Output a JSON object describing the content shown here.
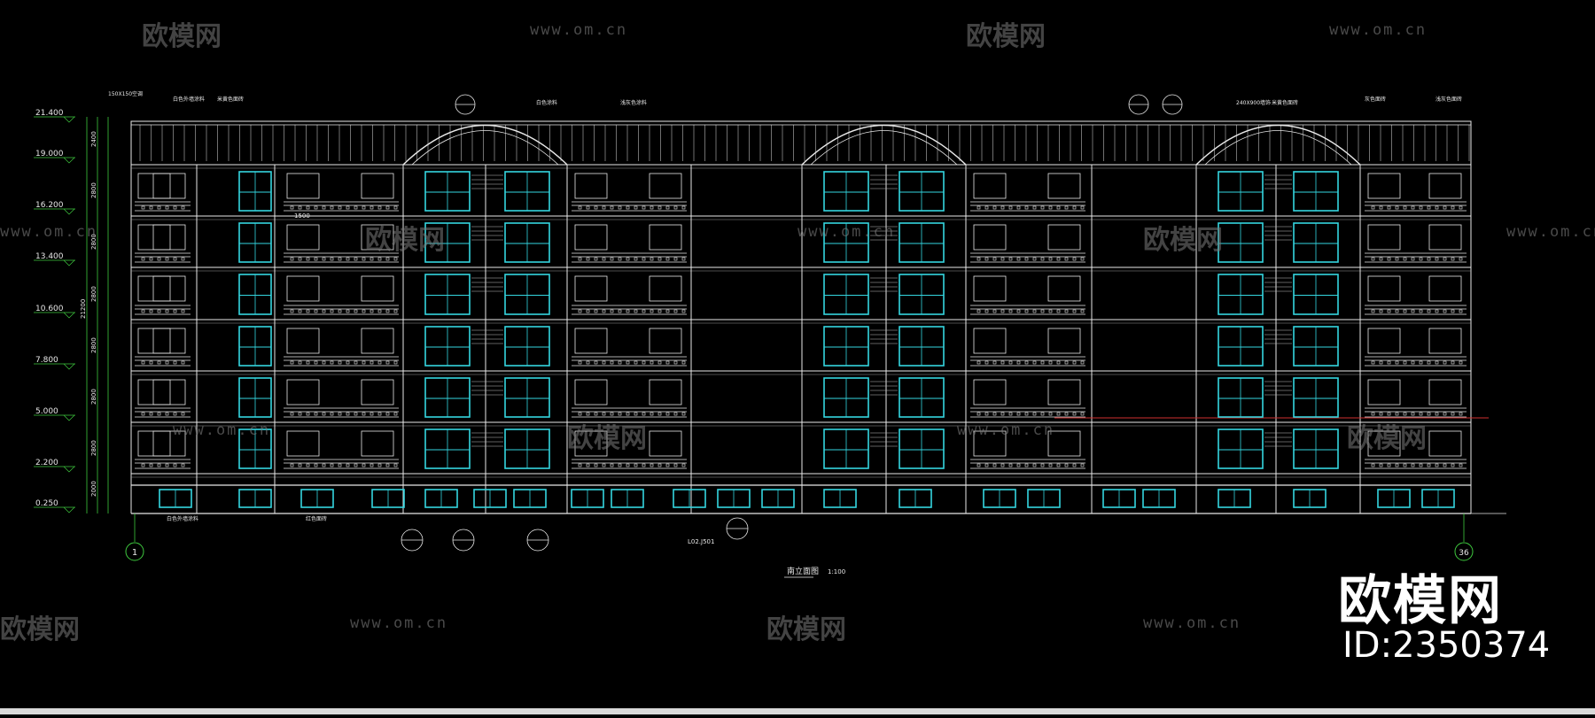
{
  "drawing": {
    "title": "南立面图",
    "scale": "1:100",
    "axis_left": "1",
    "axis_right": "36",
    "elevations": [
      "21.400",
      "19.000",
      "16.200",
      "13.400",
      "10.600",
      "7.800",
      "5.000",
      "2.200",
      "0.250"
    ],
    "story_dims": [
      "2400",
      "2800",
      "2800",
      "2800",
      "2800",
      "2800",
      "2800",
      "2000"
    ],
    "total_dim": "21200",
    "notes": [
      "150X150空调",
      "白色外墙涂料",
      "米黄色面砖",
      "白色涂料",
      "浅灰色涂料",
      "240X900墙饰",
      "米黄色面砖",
      "灰色面砖",
      "浅灰色面砖",
      "白色外墙涂料",
      "红色面砖"
    ],
    "dim_label": "1500",
    "ref_label": "L02.J501"
  },
  "colors": {
    "line": "#e8e8e8",
    "window": "#34d6e0",
    "dim": "#3ec93e",
    "highlight": "#d03030",
    "background": "#000000"
  },
  "watermark": {
    "brand_text": "欧模网",
    "url": "www.om.cn",
    "id_label": "ID:2350374"
  }
}
